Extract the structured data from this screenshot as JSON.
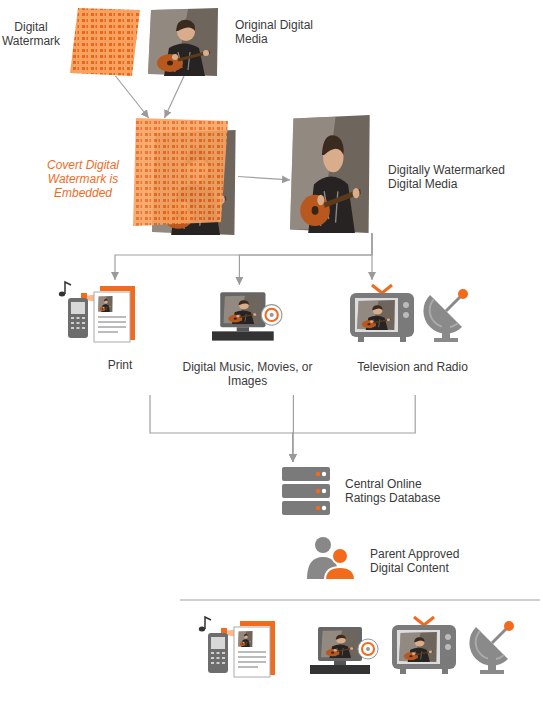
{
  "diagram": {
    "nodes": [
      {
        "text": [
          "Digital Watermark"
        ]
      },
      {
        "text": [
          "Original Digital Media"
        ]
      },
      {
        "text": [
          "Covert Digital Watermark is Embedded"
        ]
      },
      {
        "text": [
          "Digitally Watermarked Digital Media"
        ]
      },
      {
        "text": [
          "Print"
        ]
      },
      {
        "text": [
          "Digital Music, Movies, or Images"
        ]
      },
      {
        "text": [
          "Television and Radio"
        ]
      },
      {
        "text": [
          "Central Online Ratings Database"
        ]
      },
      {
        "text": [
          "Parent Approved Digital Content"
        ]
      }
    ],
    "edges": [
      {
        "from": 0,
        "to": 2,
        "arrow": "to"
      },
      {
        "from": 1,
        "to": 2,
        "arrow": "to"
      },
      {
        "from": 2,
        "to": 3,
        "arrow": "to"
      },
      {
        "from": 3,
        "to": 4,
        "arrow": "to"
      },
      {
        "from": 3,
        "to": 5,
        "arrow": "to"
      },
      {
        "from": 3,
        "to": 6,
        "arrow": "to"
      },
      {
        "from": 4,
        "to": 7,
        "arrow": "to"
      },
      {
        "from": 5,
        "to": 7,
        "arrow": "to"
      },
      {
        "from": 6,
        "to": 7,
        "arrow": "to"
      }
    ]
  }
}
